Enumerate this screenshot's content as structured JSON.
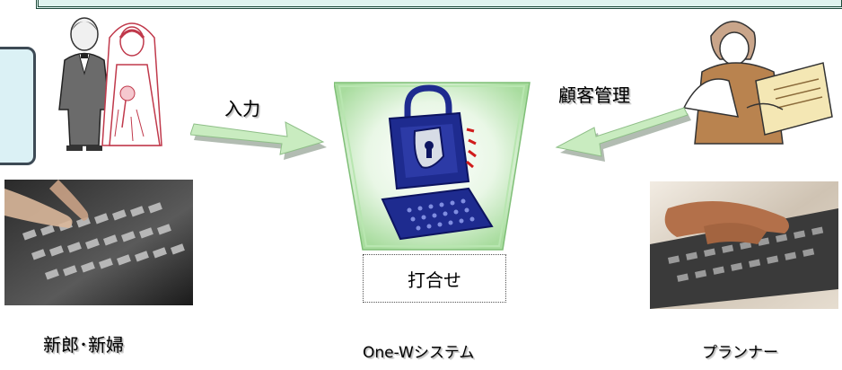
{
  "labels": {
    "input": "入力",
    "customer_management": "顧客管理",
    "meeting": "打合せ",
    "couple": "新郎･新婦",
    "system": "One-Wシステム",
    "planner": "プランナー"
  },
  "colors": {
    "arrow_fill": "#c9ecc0",
    "arrow_stroke": "#8fbf88",
    "computer_blue": "#1e2b8f",
    "frame_green": "#b8e6b0",
    "bg_panel": "#dbf1f5"
  }
}
